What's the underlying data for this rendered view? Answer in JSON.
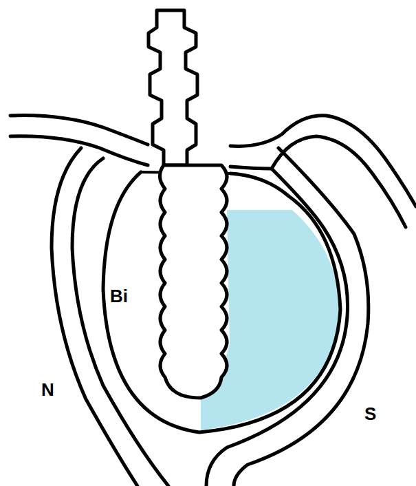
{
  "diagram": {
    "labels": [
      "Bi",
      "N",
      "S"
    ]
  }
}
